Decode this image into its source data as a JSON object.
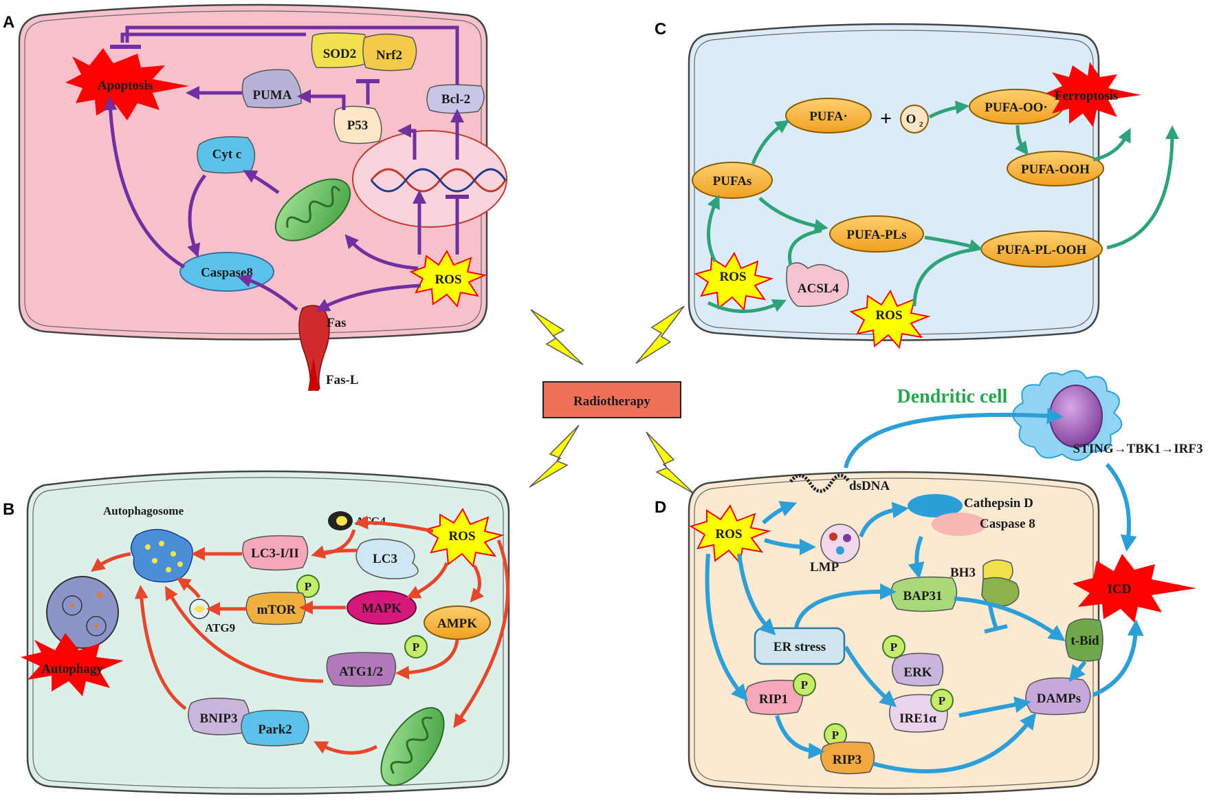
{
  "colors": {
    "panel_a": "#f7c1cc",
    "panel_b": "#dcefe8",
    "panel_c": "#dcebf8",
    "panel_d": "#fbe9d2",
    "purple_arrow": "#7030a0",
    "green_arrow": "#2ea37a",
    "red_arrow": "#e8462a",
    "blue_arrow": "#2d9fd8",
    "radiotherapy_box": "#f0705a",
    "ros_burst": "#ffff00",
    "death_burst": "#ff0000",
    "dendritic_cell_label": "#22a84a"
  },
  "center": {
    "label": "Radiotherapy"
  },
  "panel_a": {
    "letter": "A",
    "apoptosis": "Apoptosis",
    "sod2": "SOD2",
    "nrf2": "Nrf2",
    "puma": "PUMA",
    "bcl2": "Bcl-2",
    "p53": "P53",
    "cytc": "Cyt c",
    "caspase8": "Caspase8",
    "ros": "ROS",
    "fas": "Fas",
    "fasl": "Fas-L"
  },
  "panel_b": {
    "letter": "B",
    "autophagosome": "Autophagosome",
    "atg4": "ATG4",
    "ros": "ROS",
    "lc3i_ii": "LC3-I/II",
    "lc3": "LC3",
    "p": "P",
    "mtor": "mTOR",
    "mapk": "MAPK",
    "ampk": "AMPK",
    "atg9": "ATG9",
    "atg12": "ATG1/2",
    "autophagy": "Autophagy",
    "bnip3": "BNIP3",
    "park2": "Park2"
  },
  "panel_c": {
    "letter": "C",
    "pufa_radical": "PUFA·",
    "plus": "+",
    "o2": "O",
    "o2_sub": "2",
    "pufa_oo": "PUFA-OO·",
    "ferroptosis": "Ferroptosis",
    "pufas": "PUFAs",
    "pufa_ooh": "PUFA-OOH",
    "pufa_pls": "PUFA-PLs",
    "pufa_pl_ooh": "PUFA-PL-OOH",
    "ros": "ROS",
    "acsl4": "ACSL4"
  },
  "panel_d": {
    "letter": "D",
    "dendritic_cell": "Dendritic cell",
    "sting": "STING→TBK1→IRF3",
    "dsdna": "dsDNA",
    "cathepsin_d": "Cathepsin D",
    "caspase_8": "Caspase 8",
    "ros": "ROS",
    "lmp": "LMP",
    "bh3": "BH3",
    "bap31": "BAP31",
    "icd": "ICD",
    "er_stress": "ER stress",
    "p": "P",
    "erk": "ERK",
    "tbid": "t-Bid",
    "rip1": "RIP1",
    "ire1a": "IRE1α",
    "damps": "DAMPs",
    "rip3": "RIP3"
  }
}
